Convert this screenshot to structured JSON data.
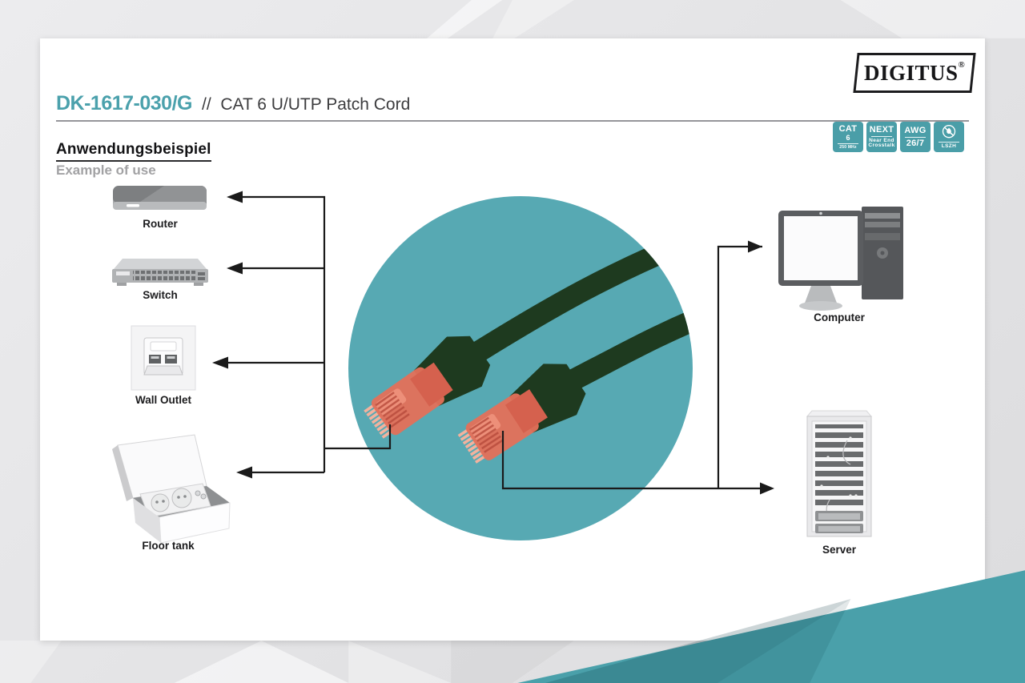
{
  "brand": {
    "name": "DIGITUS",
    "registered_mark": "®"
  },
  "header": {
    "product_code": "DK-1617-030/G",
    "separator": "//",
    "product_title": "CAT 6 U/UTP Patch Cord"
  },
  "badges": {
    "cat": {
      "line1": "CAT",
      "line2": "6",
      "line3": "250 MHz"
    },
    "next": {
      "line1": "NEXT",
      "line2": "Near End",
      "line3": "Crosstalk"
    },
    "awg": {
      "line1": "AWG",
      "line2": "26/7"
    },
    "lszh": {
      "icon": "no-flame-icon",
      "label": "LSZH"
    }
  },
  "section": {
    "title_de": "Anwendungsbeispiel",
    "title_en": "Example of use"
  },
  "devices": [
    {
      "id": "router",
      "label": "Router"
    },
    {
      "id": "switch",
      "label": "Switch"
    },
    {
      "id": "wall-outlet",
      "label": "Wall Outlet"
    },
    {
      "id": "floor-tank",
      "label": "Floor tank"
    },
    {
      "id": "computer",
      "label": "Computer"
    },
    {
      "id": "server",
      "label": "Server"
    }
  ],
  "colors": {
    "accent_teal": "#4BA1AC",
    "badge_teal": "#4A9EA8",
    "circle_teal": "#57A9B3",
    "wedge_teal": "#4AA0AA",
    "cable_green": "#1E3A1F",
    "connector_orange": "#E4705A"
  }
}
